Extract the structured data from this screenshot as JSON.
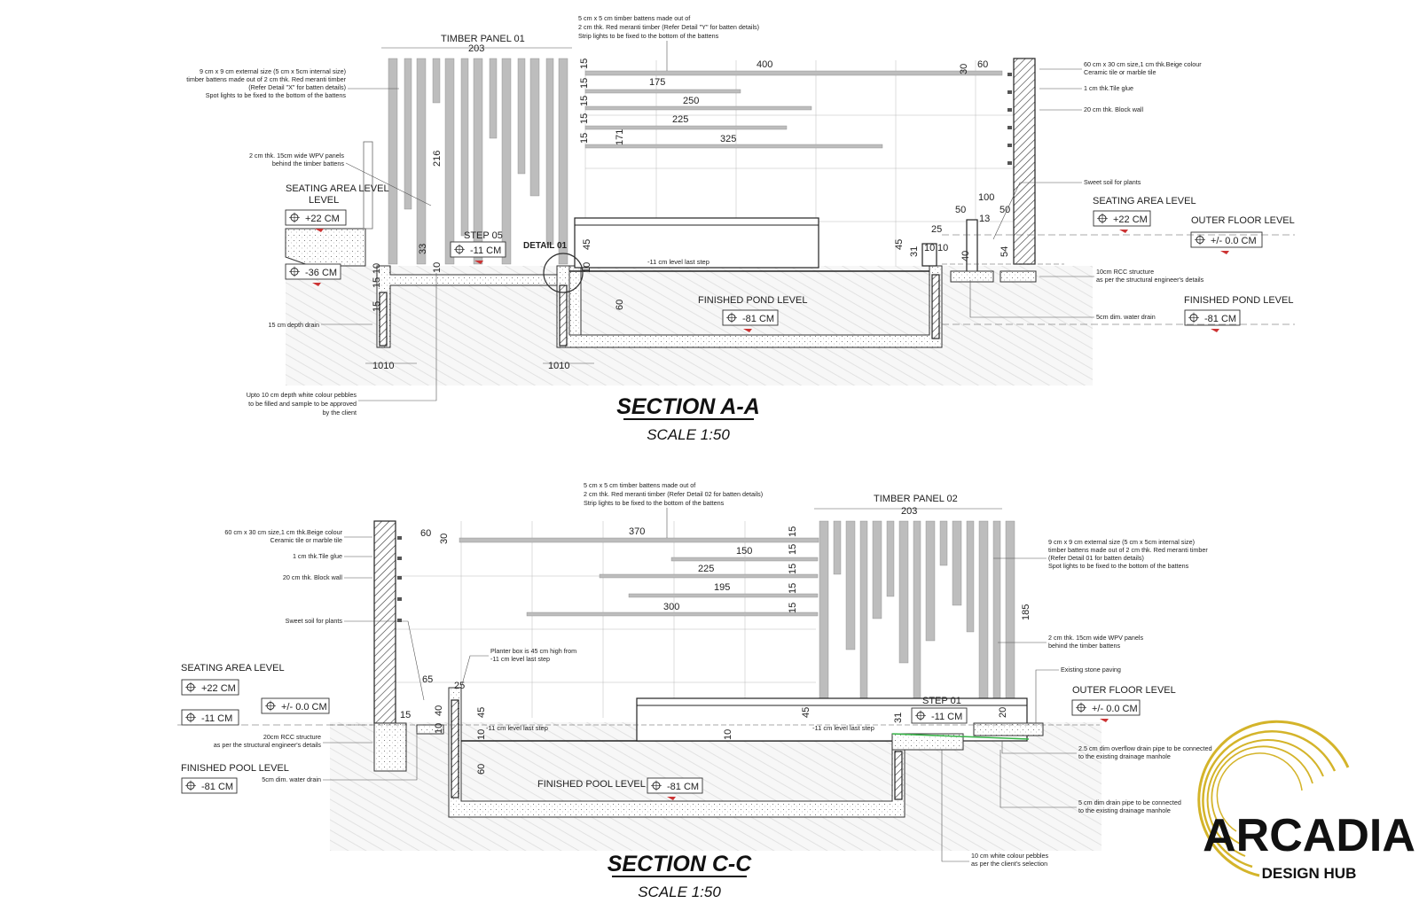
{
  "section_aa": {
    "title": "SECTION A-A",
    "scale": "SCALE 1:50",
    "panel_label": "TIMBER PANEL 01",
    "panel_width": "203",
    "detail_label": "DETAIL 01",
    "notes": {
      "top_battens": [
        "5 cm x 5 cm timber battens made out of",
        "2 cm thk. Red meranti timber (Refer Detail \"Y\" for batten details)",
        "Strip lights to be fixed to the bottom of the battens"
      ],
      "ext_battens": [
        "9 cm x 9 cm external size (5 cm x 5cm internal size)",
        "timber battens made out of 2 cm thk. Red meranti timber",
        "(Refer Detail \"X\" for batten details)",
        "Spot lights to be fixed to the bottom of the battens"
      ],
      "wpv": [
        "2 cm thk. 15cm wide WPV panels",
        "behind the timber battens"
      ],
      "drain15": "15 cm depth drain",
      "pebbles": [
        "Upto 10 cm depth white colour pebbles",
        "to be filled and sample to be approved",
        "by the client"
      ],
      "tile": [
        "60 cm x 30 cm size,1 cm thk.Beige colour",
        "Ceramic tile or marble tile"
      ],
      "glue": "1 cm thk.Tile glue",
      "block": "20 cm thk. Block wall",
      "soil": "Sweet soil for plants",
      "rcc": [
        "10cm RCC structure",
        "as per the structural engineer's details"
      ],
      "drain5": "5cm dim. water drain",
      "last_step": "-11 cm level last step"
    },
    "levels": {
      "seating_left": "SEATING AREA LEVEL",
      "seating_left_val": "+22 CM",
      "left_low_val": "-36 CM",
      "step": "STEP 05",
      "step_val": "-11 CM",
      "pond": "FINISHED POND LEVEL",
      "pond_val": "-81 CM",
      "seating_right": "SEATING AREA LEVEL",
      "seating_right_val": "+22 CM",
      "outer": "OUTER FLOOR LEVEL",
      "outer_val": "+/- 0.0 CM",
      "pond_right": "FINISHED POND LEVEL",
      "pond_right_val": "-81 CM"
    },
    "dims": {
      "b400": "400",
      "b175": "175",
      "b250": "250",
      "b225": "225",
      "b325": "325",
      "d30": "30",
      "d60": "60",
      "d15": "15",
      "d171": "171",
      "d216": "216",
      "d33": "33",
      "d10": "10",
      "d45": "45",
      "d31": "31",
      "d40": "40",
      "d54": "54",
      "d100": "100",
      "d50": "50",
      "d25": "25",
      "d13": "13",
      "d1010": "1010",
      "d15_10": "15-10"
    }
  },
  "section_cc": {
    "title": "SECTION C-C",
    "scale": "SCALE 1:50",
    "panel_label": "TIMBER PANEL 02",
    "panel_width": "203",
    "notes": {
      "top_battens": [
        "5 cm x 5 cm timber battens made out of",
        "2 cm thk. Red meranti timber (Refer Detail 02 for batten details)",
        "Strip lights to be fixed to the bottom of the battens"
      ],
      "ext_battens": [
        "9 cm x 9 cm external size (5 cm x 5cm internal size)",
        "timber battens made out of 2 cm thk. Red meranti timber",
        "(Refer Detail 01 for batten details)",
        "Spot lights to be fixed to the bottom of the battens"
      ],
      "wpv": [
        "2 cm thk. 15cm wide WPV panels",
        "behind the timber battens"
      ],
      "tile": [
        "60 cm x 30 cm size,1 cm thk.Beige colour",
        "Ceramic tile or marble tile"
      ],
      "glue": "1 cm thk.Tile glue",
      "block": "20 cm thk. Block wall",
      "soil": "Sweet soil for plants",
      "planter": [
        "Planter box is 45 cm high from",
        "-11 cm level last step"
      ],
      "rcc": [
        "20cm RCC structure",
        "as per the structural engineer's details"
      ],
      "drain5": "5cm dim. water drain",
      "paving": "Existing stone paving",
      "overflow": [
        "2.5 cm dim overflow drain pipe to be connected",
        "to the existing drainage manhole"
      ],
      "drainpipe": [
        "5 cm dim drain pipe to be connected",
        "to the existing drainage manhole"
      ],
      "pebbles": [
        "10 cm white colour pebbles",
        "as per the client's selection"
      ],
      "last_step": "-11 cm level last step"
    },
    "levels": {
      "seating": "SEATING AREA LEVEL",
      "seating_val": "+22 CM",
      "mid_val": "+/- 0.0 CM",
      "step_val": "-11 CM",
      "pool_left": "FINISHED POOL LEVEL",
      "pool_left_val": "-81 CM",
      "pool": "FINISHED POOL LEVEL",
      "pool_val": "-81 CM",
      "step": "STEP 01",
      "step01_val": "-11 CM",
      "outer": "OUTER FLOOR LEVEL",
      "outer_val": "+/- 0.0 CM"
    },
    "dims": {
      "b370": "370",
      "b150": "150",
      "b225": "225",
      "b195": "195",
      "b300": "300",
      "d60": "60",
      "d30": "30",
      "d15": "15",
      "d185": "185",
      "d65": "65",
      "d25": "25",
      "d45": "45",
      "d40": "40",
      "d10": "10",
      "d31": "31",
      "d20": "20"
    }
  },
  "logo": {
    "name": "ARCADIA",
    "sub": "DESIGN HUB",
    "color": "#d4b42a"
  },
  "colors": {
    "detail": "#cc2222",
    "pipe": "#39b54a",
    "batten": "#bdbdbd"
  }
}
